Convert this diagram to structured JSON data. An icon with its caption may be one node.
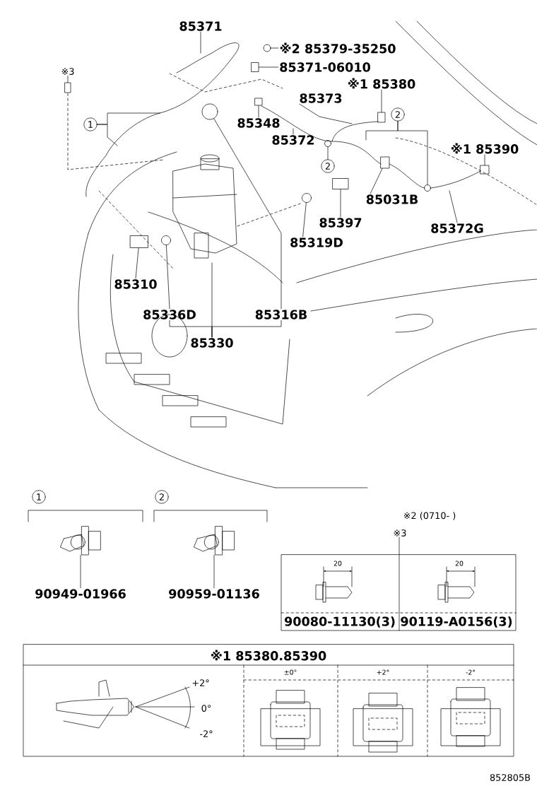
{
  "diagram": {
    "nodes": [
      {
        "text": [
          "85371"
        ]
      },
      {
        "text": [
          "※2 85379-35250"
        ]
      },
      {
        "text": [
          "85371-06010"
        ]
      },
      {
        "text": [
          "※3"
        ]
      },
      {
        "text": [
          "85373"
        ]
      },
      {
        "text": [
          "※1 85380"
        ]
      },
      {
        "text": [
          "85348"
        ]
      },
      {
        "text": [
          "85372"
        ]
      },
      {
        "text": [
          "※1 85390"
        ]
      },
      {
        "text": [
          "85031B"
        ]
      },
      {
        "text": [
          "85397"
        ]
      },
      {
        "text": [
          "85372G"
        ]
      },
      {
        "text": [
          "85319D"
        ]
      },
      {
        "text": [
          "85310"
        ]
      },
      {
        "text": [
          "85336D"
        ]
      },
      {
        "text": [
          "85316B"
        ]
      },
      {
        "text": [
          "85330"
        ]
      },
      {
        "text": [
          "1"
        ]
      },
      {
        "text": [
          "2"
        ]
      },
      {
        "text": [
          "2"
        ]
      },
      {
        "text": [
          "1"
        ]
      },
      {
        "text": [
          "90949-01966"
        ]
      },
      {
        "text": [
          "2"
        ]
      },
      {
        "text": [
          "90959-01136"
        ]
      },
      {
        "text": [],
        "shape": "circle"
      },
      {
        "text": [],
        "shape": "box"
      },
      {
        "text": [],
        "shape": "box"
      },
      {
        "text": [],
        "shape": "box"
      },
      {
        "text": [],
        "shape": "box"
      },
      {
        "text": [],
        "shape": "box"
      },
      {
        "text": [],
        "shape": "box"
      },
      {
        "text": [],
        "shape": "box"
      },
      {
        "text": [],
        "shape": "circle"
      },
      {
        "text": [],
        "shape": "box"
      },
      {
        "text": [],
        "shape": "circle"
      },
      {
        "text": [],
        "shape": "circle"
      },
      {
        "text": [],
        "shape": "circle"
      },
      {
        "text": [],
        "shape": "circle"
      },
      {
        "text": [],
        "shape": "picture"
      },
      {
        "text": [],
        "shape": "picture"
      }
    ],
    "edges": [
      {
        "from": 0,
        "to": null,
        "arrow": "none"
      },
      {
        "from": 1,
        "to": 24,
        "arrow": "none"
      },
      {
        "from": 2,
        "to": 25,
        "arrow": "none"
      },
      {
        "from": 3,
        "to": 26,
        "arrow": "none"
      },
      {
        "from": 4,
        "to": null,
        "arrow": "none"
      },
      {
        "from": 5,
        "to": 27,
        "arrow": "none"
      },
      {
        "from": 6,
        "to": 28,
        "arrow": "none"
      },
      {
        "from": 7,
        "to": null,
        "arrow": "none"
      },
      {
        "from": 8,
        "to": 29,
        "arrow": "none"
      },
      {
        "from": 9,
        "to": 30,
        "arrow": "none"
      },
      {
        "from": 10,
        "to": 31,
        "arrow": "none"
      },
      {
        "from": 11,
        "to": null,
        "arrow": "none"
      },
      {
        "from": 12,
        "to": 32,
        "arrow": "none"
      },
      {
        "from": 13,
        "to": 33,
        "arrow": "none"
      },
      {
        "from": 14,
        "to": 34,
        "arrow": "none"
      },
      {
        "from": 15,
        "to": 35,
        "arrow": "none"
      },
      {
        "from": 16,
        "to": 14,
        "arrow": "none"
      },
      {
        "from": 16,
        "to": null,
        "arrow": "none"
      },
      {
        "from": 16,
        "to": 15,
        "arrow": "none"
      },
      {
        "from": 17,
        "to": null,
        "arrow": "none"
      },
      {
        "from": 17,
        "to": null,
        "arrow": "none"
      },
      {
        "from": 18,
        "to": null,
        "arrow": "none"
      },
      {
        "from": 18,
        "to": 36,
        "arrow": "none"
      },
      {
        "from": 19,
        "to": 37,
        "arrow": "none"
      },
      {
        "from": 21,
        "to": 38,
        "arrow": "none"
      },
      {
        "from": 23,
        "to": 39,
        "arrow": "none"
      }
    ],
    "labels": [
      "※2 (0710- )",
      "※3",
      "20",
      "20",
      "90080-11130(3)",
      "90119-A0156(3)",
      "※1 85380.85390",
      "±0°",
      "+2°",
      "-2°",
      "+2°",
      "0°",
      "-2°",
      "852805B"
    ]
  }
}
